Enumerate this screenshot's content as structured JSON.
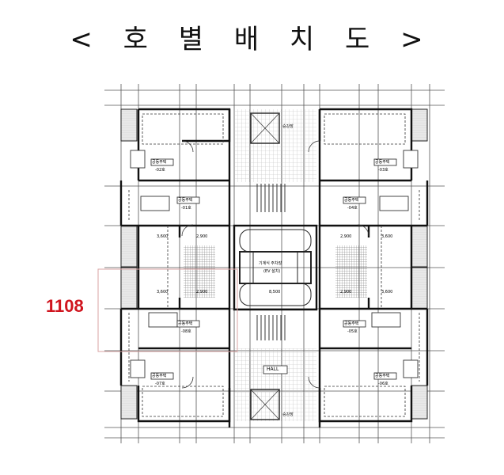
{
  "title": "< 호 별 배 치 도 >",
  "highlight": {
    "unit_number": "1108",
    "color": "#d0141e"
  },
  "floor_plan": {
    "units": [
      {
        "id": "01",
        "label": "공동주택",
        "sub": "-01호"
      },
      {
        "id": "02",
        "label": "공동주택",
        "sub": "-02호"
      },
      {
        "id": "03",
        "label": "공동주택",
        "sub": "-03호"
      },
      {
        "id": "04",
        "label": "공동주택",
        "sub": "-04호"
      },
      {
        "id": "05",
        "label": "공동주택",
        "sub": "-05호"
      },
      {
        "id": "06",
        "label": "공동주택",
        "sub": "-06호"
      },
      {
        "id": "07",
        "label": "공동주택",
        "sub": "-07호"
      },
      {
        "id": "08",
        "label": "공동주택",
        "sub": "-08호"
      }
    ],
    "core": {
      "hall_label": "HALL",
      "parking_label": "기계식 주차장",
      "parking_sub": "(EV 설치)",
      "dimension_center": "8,500",
      "elevator_hall_label": "승강장"
    },
    "dimensions": {
      "room_width": "3,600",
      "corridor_width": "2,900"
    }
  }
}
